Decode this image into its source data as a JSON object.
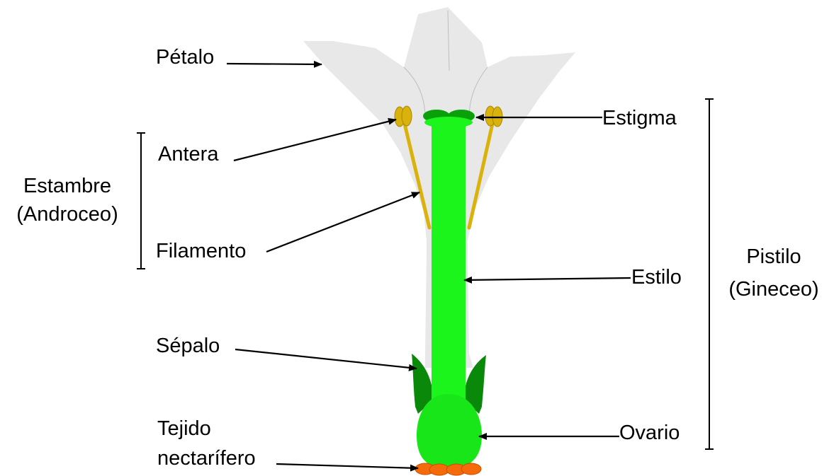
{
  "labels": {
    "petalo": "Pétalo",
    "antera": "Antera",
    "estambre_line1": "Estambre",
    "estambre_line2": "(Androceo)",
    "filamento": "Filamento",
    "sepalo": "Sépalo",
    "tejido_line1": "Tejido",
    "tejido_line2": "nectarífero",
    "estigma": "Estigma",
    "estilo": "Estilo",
    "pistilo_line1": "Pistilo",
    "pistilo_line2": "(Gineceo)",
    "ovario": "Ovario"
  },
  "colors": {
    "petal": "#e8e8e8",
    "petal_vein": "#bdbdbd",
    "style": "#1cf51c",
    "stigma": "#0aa00a",
    "ovary": "#19e619",
    "sepal": "#0a880a",
    "anther": "#d9b20b",
    "filament": "#d9b20b",
    "nectary": "#f56a0a"
  }
}
